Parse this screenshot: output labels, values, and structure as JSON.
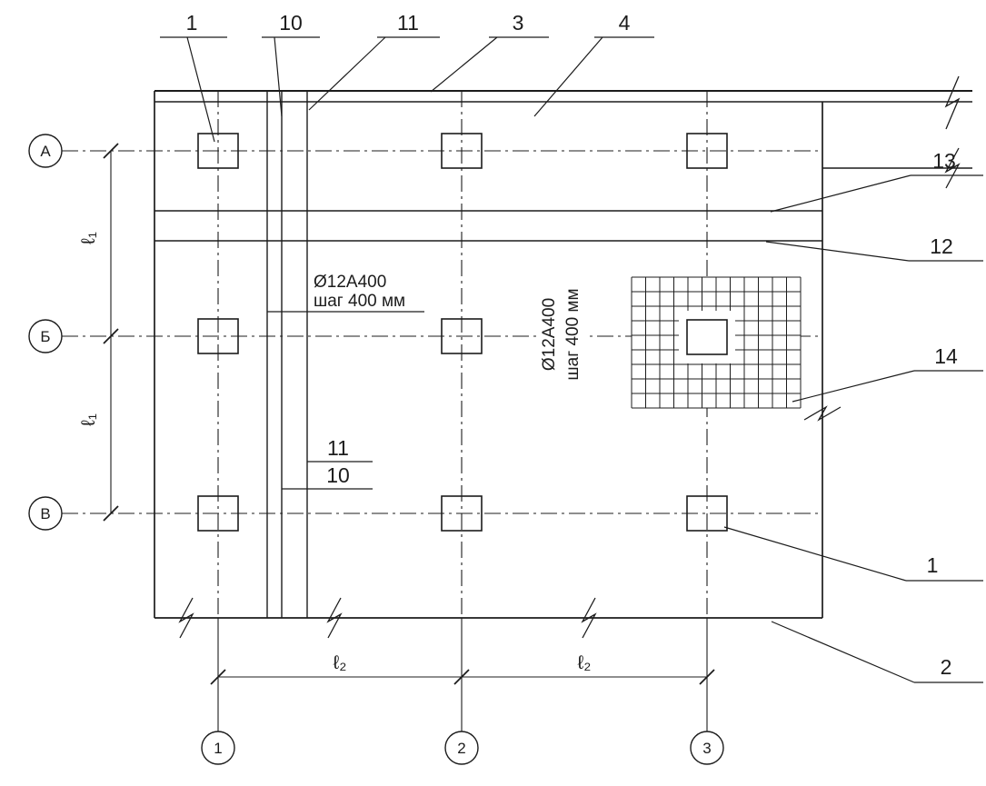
{
  "colors": {
    "line": "#1c1c1c",
    "background": "#ffffff"
  },
  "axes": {
    "rows": [
      {
        "label": "А"
      },
      {
        "label": "Б"
      },
      {
        "label": "В"
      }
    ],
    "cols": [
      {
        "label": "1"
      },
      {
        "label": "2"
      },
      {
        "label": "3"
      }
    ]
  },
  "dimensions": {
    "l1_upper": "ℓ₁",
    "l1_lower": "ℓ₁",
    "l2_left": "ℓ₂",
    "l2_right": "ℓ₂"
  },
  "notes": {
    "rebar_horizontal": {
      "line1": "Ø12А400",
      "line2": "шаг 400 мм"
    },
    "rebar_vertical": {
      "line1": "Ø12А400",
      "line2": "шаг 400 мм"
    }
  },
  "callouts": {
    "top_1": "1",
    "top_10": "10",
    "top_11": "11",
    "top_3": "3",
    "top_4": "4",
    "right_13": "13",
    "right_12": "12",
    "right_14": "14",
    "right_1": "1",
    "bottom_2": "2",
    "mid_11": "11",
    "mid_10": "10"
  }
}
